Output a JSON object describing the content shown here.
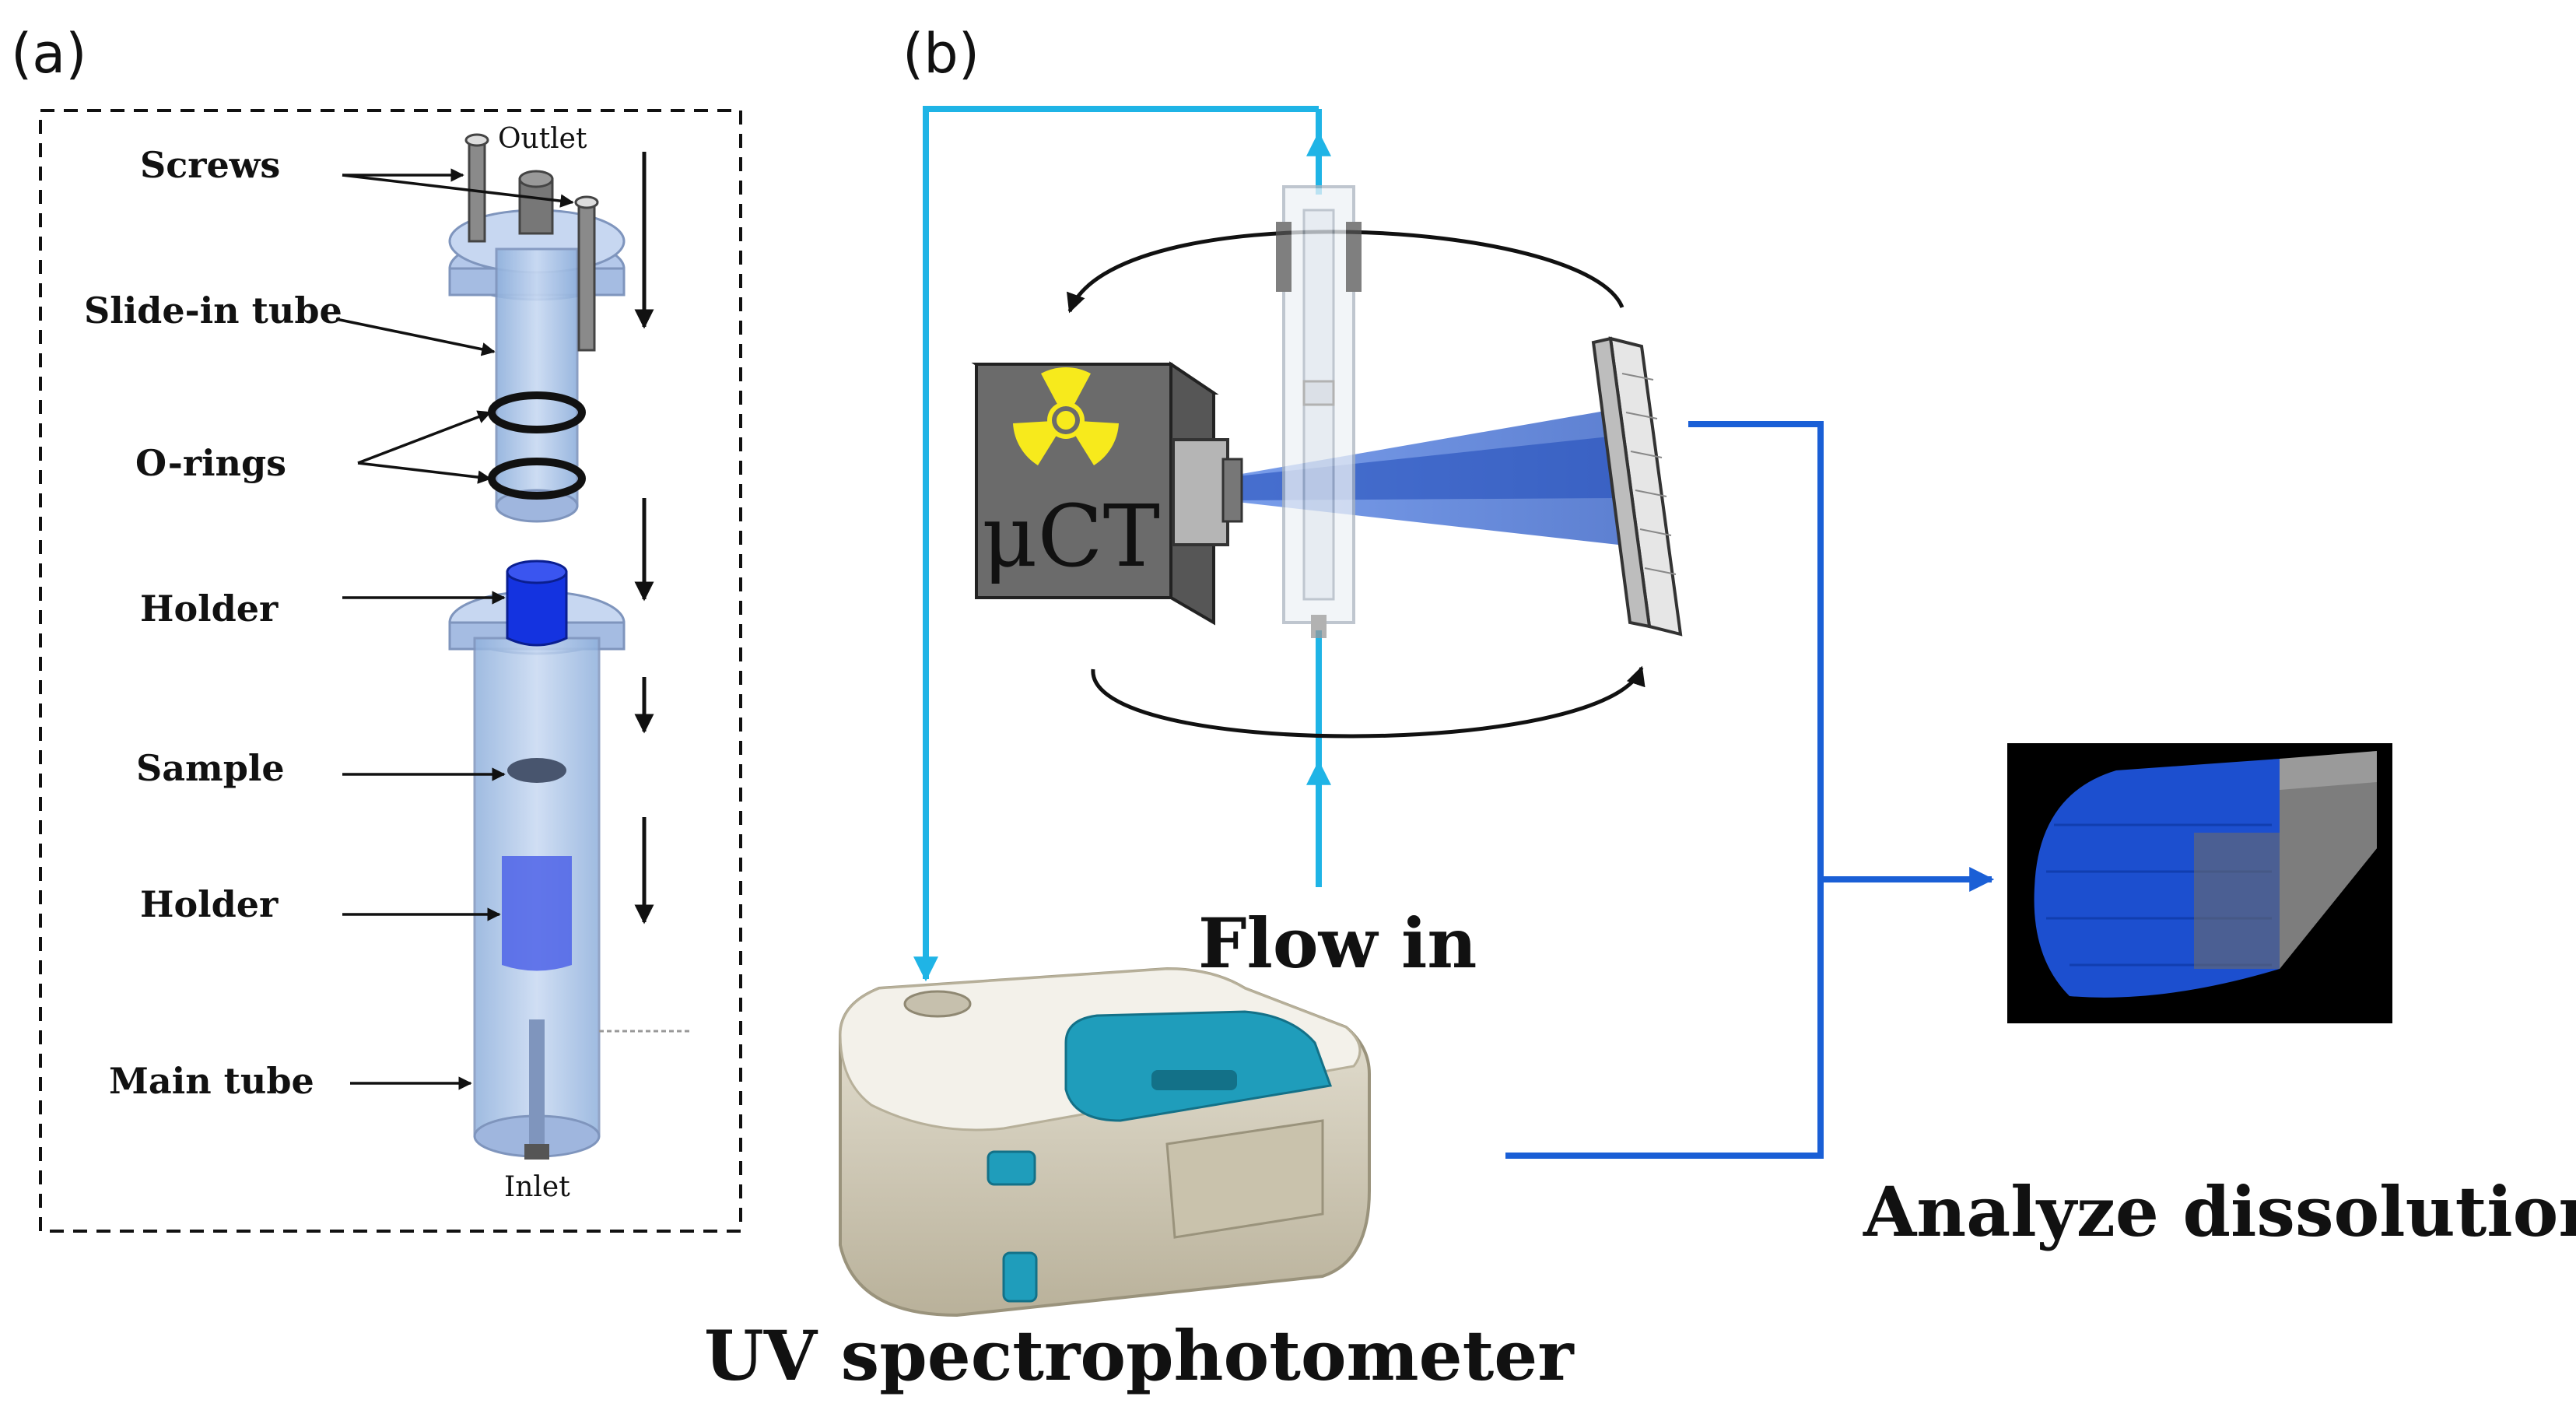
{
  "panels": {
    "a": {
      "tag": "(a)"
    },
    "b": {
      "tag": "(b)"
    }
  },
  "cell_assembly": {
    "outlet": "Outlet",
    "inlet": "Inlet",
    "parts": [
      {
        "key": "screws",
        "label": "Screws"
      },
      {
        "key": "slide_in_tube",
        "label": "Slide-in tube"
      },
      {
        "key": "o_rings",
        "label": "O-rings"
      },
      {
        "key": "holder_top",
        "label": "Holder"
      },
      {
        "key": "sample",
        "label": "Sample"
      },
      {
        "key": "holder_bottom",
        "label": "Holder"
      },
      {
        "key": "main_tube",
        "label": "Main tube"
      }
    ]
  },
  "setup": {
    "source_label": "μCT",
    "flow_label": "Flow in",
    "instrument_label": "UV spectrophotometer",
    "result_label": "Analyze dissolution"
  },
  "colors": {
    "flow_line": "#1fb4e6",
    "signal_line": "#1a5fd6",
    "beam": "#2f5fcf",
    "holder_blue": "#1433e0",
    "tube": "#a9c3e8",
    "source_box": "#6b6b6b",
    "radiation_yellow": "#f7ea1c"
  },
  "icons": {
    "radiation": "radiation-icon",
    "detector": "detector-panel-icon",
    "scan_result": "ct-scan-volume-icon"
  }
}
